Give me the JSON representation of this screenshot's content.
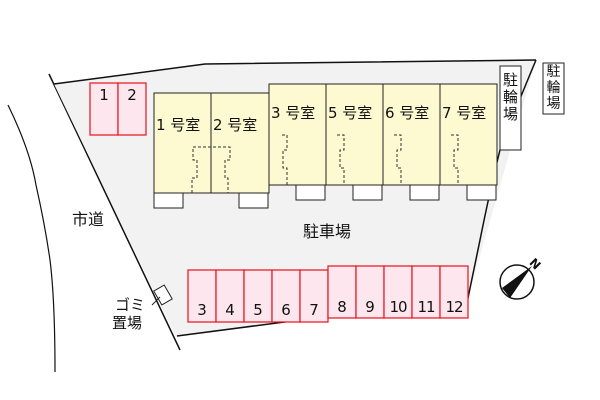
{
  "map": {
    "colors": {
      "lot_fill": "#f2f2f2",
      "building_fill": "#fdf9d0",
      "parking_space_fill": "#fde6ee",
      "parking_space_border": "#e8101c",
      "line": "#111111"
    },
    "road_label": "市道",
    "parking_lot_label": "駐車場",
    "garbage_label_line1": "ゴミ",
    "garbage_label_line2": "置場",
    "bicycle_parking_1": "駐輪場",
    "bicycle_parking_2": "駐輪場",
    "compass_label": "N",
    "rooms": [
      {
        "label": "1 号室"
      },
      {
        "label": "2 号室"
      },
      {
        "label": "3 号室"
      },
      {
        "label": "5 号室"
      },
      {
        "label": "6 号室"
      },
      {
        "label": "7 号室"
      }
    ],
    "top_parking_spaces": [
      "1",
      "2"
    ],
    "bottom_parking_spaces": [
      "3",
      "4",
      "5",
      "6",
      "7",
      "8",
      "9",
      "10",
      "11",
      "12"
    ]
  }
}
